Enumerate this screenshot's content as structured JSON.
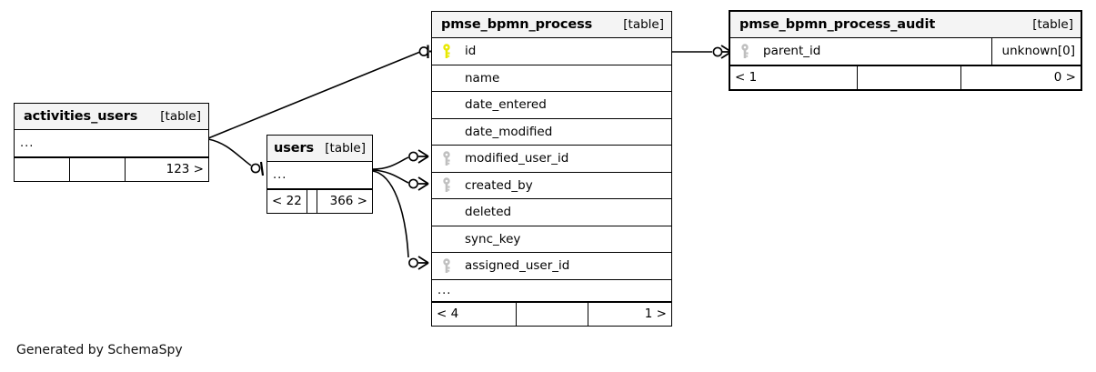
{
  "diagram": {
    "caption": "Generated by SchemaSpy",
    "kind_label": "[table]",
    "ellipsis": "...",
    "colors": {
      "primary_key": "#e8e800",
      "foreign_key": "#bfbfbf",
      "header_bg": "#f4f4f4",
      "border": "#000000",
      "background": "#ffffff"
    }
  },
  "tables": [
    {
      "id": "activities_users",
      "name": "activities_users",
      "kind": "[table]",
      "rows": [
        {
          "name": "...",
          "key": "none",
          "type": "",
          "ellipsis": true
        }
      ],
      "footer": {
        "left": "",
        "mid": "",
        "right": "123 >"
      }
    },
    {
      "id": "users",
      "name": "users",
      "kind": "[table]",
      "rows": [
        {
          "name": "...",
          "key": "none",
          "type": "",
          "ellipsis": true
        }
      ],
      "footer": {
        "left": "< 22",
        "mid": "",
        "right": "366 >"
      }
    },
    {
      "id": "pmse_bpmn_process",
      "name": "pmse_bpmn_process",
      "kind": "[table]",
      "rows": [
        {
          "name": "id",
          "key": "primary",
          "type": ""
        },
        {
          "name": "name",
          "key": "none",
          "type": ""
        },
        {
          "name": "date_entered",
          "key": "none",
          "type": ""
        },
        {
          "name": "date_modified",
          "key": "none",
          "type": ""
        },
        {
          "name": "modified_user_id",
          "key": "foreign",
          "type": ""
        },
        {
          "name": "created_by",
          "key": "foreign",
          "type": ""
        },
        {
          "name": "deleted",
          "key": "none",
          "type": ""
        },
        {
          "name": "sync_key",
          "key": "none",
          "type": ""
        },
        {
          "name": "assigned_user_id",
          "key": "foreign",
          "type": ""
        },
        {
          "name": "...",
          "key": "none",
          "type": "",
          "ellipsis": true
        }
      ],
      "footer": {
        "left": "< 4",
        "mid": "",
        "right": "1 >"
      }
    },
    {
      "id": "pmse_bpmn_process_audit",
      "name": "pmse_bpmn_process_audit",
      "kind": "[table]",
      "rows": [
        {
          "name": "parent_id",
          "key": "foreign",
          "type": "unknown[0]"
        }
      ],
      "footer": {
        "left": "< 1",
        "mid": "",
        "right": "0 >"
      }
    }
  ],
  "relationships": [
    {
      "from": "activities_users",
      "to": "pmse_bpmn_process.id",
      "style": "straight"
    },
    {
      "from": "activities_users",
      "to": "users",
      "style": "curve"
    },
    {
      "from": "users",
      "to": "pmse_bpmn_process.modified_user_id",
      "style": "curve"
    },
    {
      "from": "users",
      "to": "pmse_bpmn_process.created_by",
      "style": "curve"
    },
    {
      "from": "users",
      "to": "pmse_bpmn_process.assigned_user_id",
      "style": "curve"
    },
    {
      "from": "pmse_bpmn_process.id",
      "to": "pmse_bpmn_process_audit.parent_id",
      "style": "straight"
    }
  ]
}
